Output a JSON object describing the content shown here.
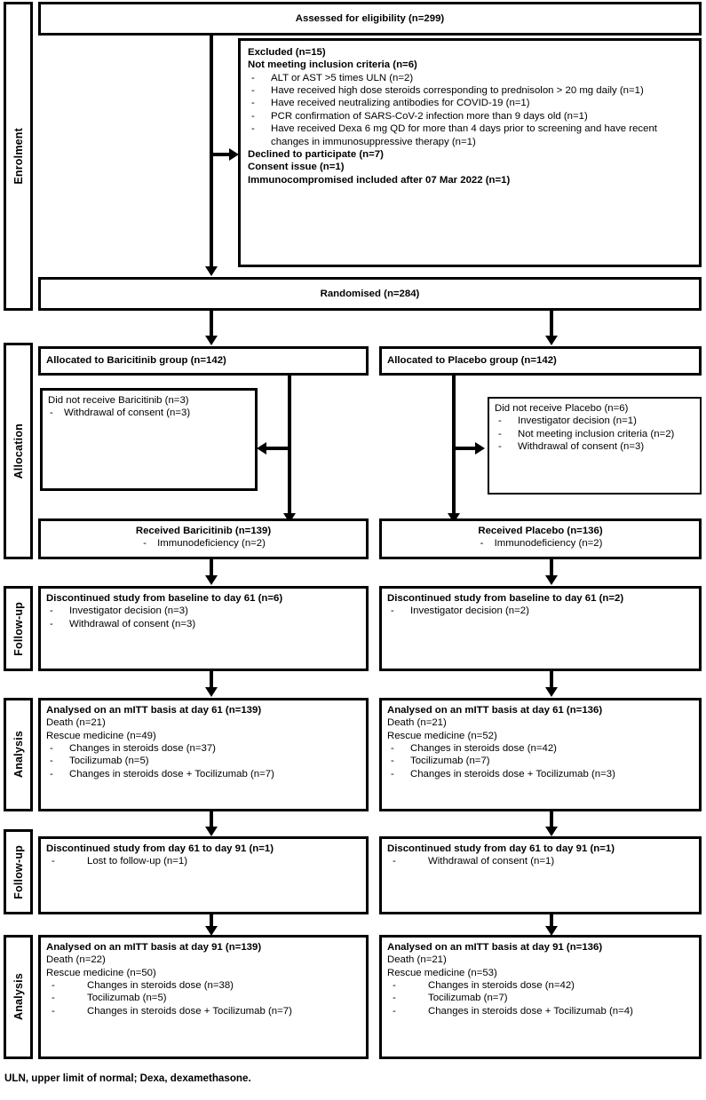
{
  "figure": {
    "type": "consort-flow-diagram",
    "footnote": "ULN, upper limit of normal; Dexa, dexamethasone."
  },
  "stages": {
    "enrolment": "Enrolment",
    "allocation": "Allocation",
    "followup1": "Follow-up",
    "analysis1": "Analysis",
    "followup2": "Follow-up",
    "analysis2": "Analysis"
  },
  "enrolment": {
    "assessed": "Assessed for eligibility (n=299)",
    "randomised": "Randomised (n=284)",
    "excluded": {
      "title": "Excluded (n=15)",
      "criteria_title": "Not meeting inclusion criteria (n=6)",
      "criteria": [
        "ALT or AST >5 times ULN (n=2)",
        "Have received high dose steroids corresponding to prednisolon > 20 mg daily (n=1)",
        "Have received neutralizing antibodies for COVID-19 (n=1)",
        "PCR confirmation of SARS-CoV-2 infection more than 9 days old (n=1)",
        "Have received Dexa 6 mg QD for more than 4 days prior to screening and have recent changes in immunosuppressive therapy (n=1)"
      ],
      "declined": "Declined to participate (n=7)",
      "consent": "Consent issue (n=1)",
      "immunocompromised": "Immunocompromised included after 07 Mar 2022 (n=1)"
    }
  },
  "arms": [
    {
      "id": "baricitinib",
      "allocated": "Allocated to Baricitinib group (n=142)",
      "not_received": {
        "title": "Did not receive Baricitinib (n=3)",
        "items": [
          "Withdrawal of consent (n=3)"
        ]
      },
      "received": {
        "title": "Received Baricitinib (n=139)",
        "items": [
          "Immunodeficiency (n=2)"
        ]
      },
      "followup_d61": {
        "title": "Discontinued study from baseline to day 61 (n=6)",
        "items": [
          "Investigator decision (n=3)",
          "Withdrawal of consent (n=3)"
        ]
      },
      "analysis_d61": {
        "title": "Analysed on an mITT basis at day 61 (n=139)",
        "death": "Death (n=21)",
        "rescue": "Rescue medicine (n=49)",
        "items": [
          "Changes in steroids dose (n=37)",
          "Tocilizumab (n=5)",
          "Changes in steroids dose + Tocilizumab (n=7)"
        ]
      },
      "followup_d91": {
        "title": "Discontinued study from day 61 to day 91 (n=1)",
        "items": [
          "Lost to follow-up (n=1)"
        ]
      },
      "analysis_d91": {
        "title": "Analysed on an mITT basis at day 91 (n=139)",
        "death": "Death (n=22)",
        "rescue": "Rescue medicine (n=50)",
        "items": [
          "Changes in steroids dose (n=38)",
          "Tocilizumab (n=5)",
          "Changes in steroids dose + Tocilizumab (n=7)"
        ]
      }
    },
    {
      "id": "placebo",
      "allocated": "Allocated to Placebo group (n=142)",
      "not_received": {
        "title": "Did not receive Placebo (n=6)",
        "items": [
          "Investigator decision (n=1)",
          "Not meeting inclusion criteria (n=2)",
          "Withdrawal of consent (n=3)"
        ]
      },
      "received": {
        "title": "Received Placebo (n=136)",
        "items": [
          "Immunodeficiency (n=2)"
        ]
      },
      "followup_d61": {
        "title": "Discontinued study from baseline to day 61 (n=2)",
        "items": [
          "Investigator decision (n=2)"
        ]
      },
      "analysis_d61": {
        "title": "Analysed on an mITT basis at day 61 (n=136)",
        "death": "Death (n=21)",
        "rescue": "Rescue medicine (n=52)",
        "items": [
          "Changes in steroids dose (n=42)",
          "Tocilizumab (n=7)",
          "Changes in steroids dose + Tocilizumab (n=3)"
        ]
      },
      "followup_d91": {
        "title": "Discontinued study from day 61 to day 91 (n=1)",
        "items": [
          "Withdrawal of consent (n=1)"
        ]
      },
      "analysis_d91": {
        "title": "Analysed on an mITT basis at day 91 (n=136)",
        "death": "Death (n=21)",
        "rescue": "Rescue medicine (n=53)",
        "items": [
          "Changes in steroids dose (n=42)",
          "Tocilizumab (n=7)",
          "Changes in steroids dose + Tocilizumab (n=4)"
        ]
      }
    }
  ]
}
